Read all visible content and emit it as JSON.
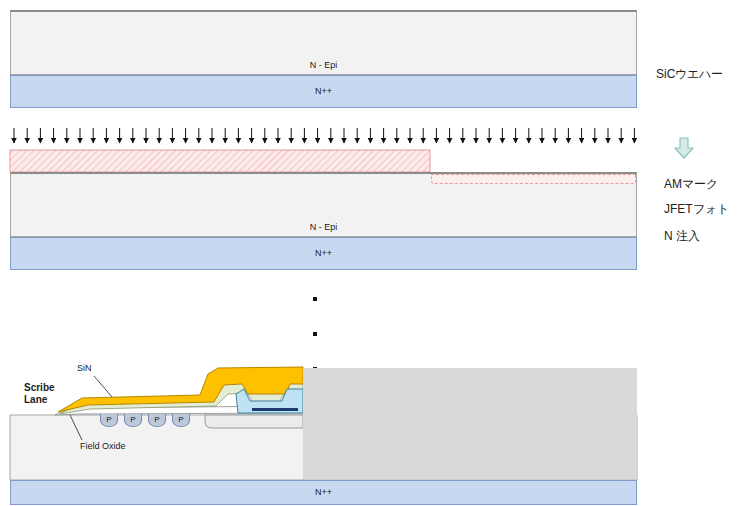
{
  "diagram": {
    "nodes": [
      {
        "text": [
          "N - Epi"
        ]
      },
      {
        "text": [
          "N++"
        ]
      },
      {
        "text": [
          "N - Epi"
        ]
      },
      {
        "text": [
          "N++"
        ]
      },
      {
        "text": [
          "P"
        ]
      },
      {
        "text": [
          "P"
        ]
      },
      {
        "text": [
          "P"
        ]
      },
      {
        "text": [
          "P"
        ]
      },
      {
        "text": [
          "N++"
        ]
      }
    ],
    "labels": [
      "SiCウエハー",
      "AMマーク",
      "JFETフォト",
      "N 注入",
      "SiN",
      "Scribe Lane",
      "Field Oxide"
    ]
  }
}
